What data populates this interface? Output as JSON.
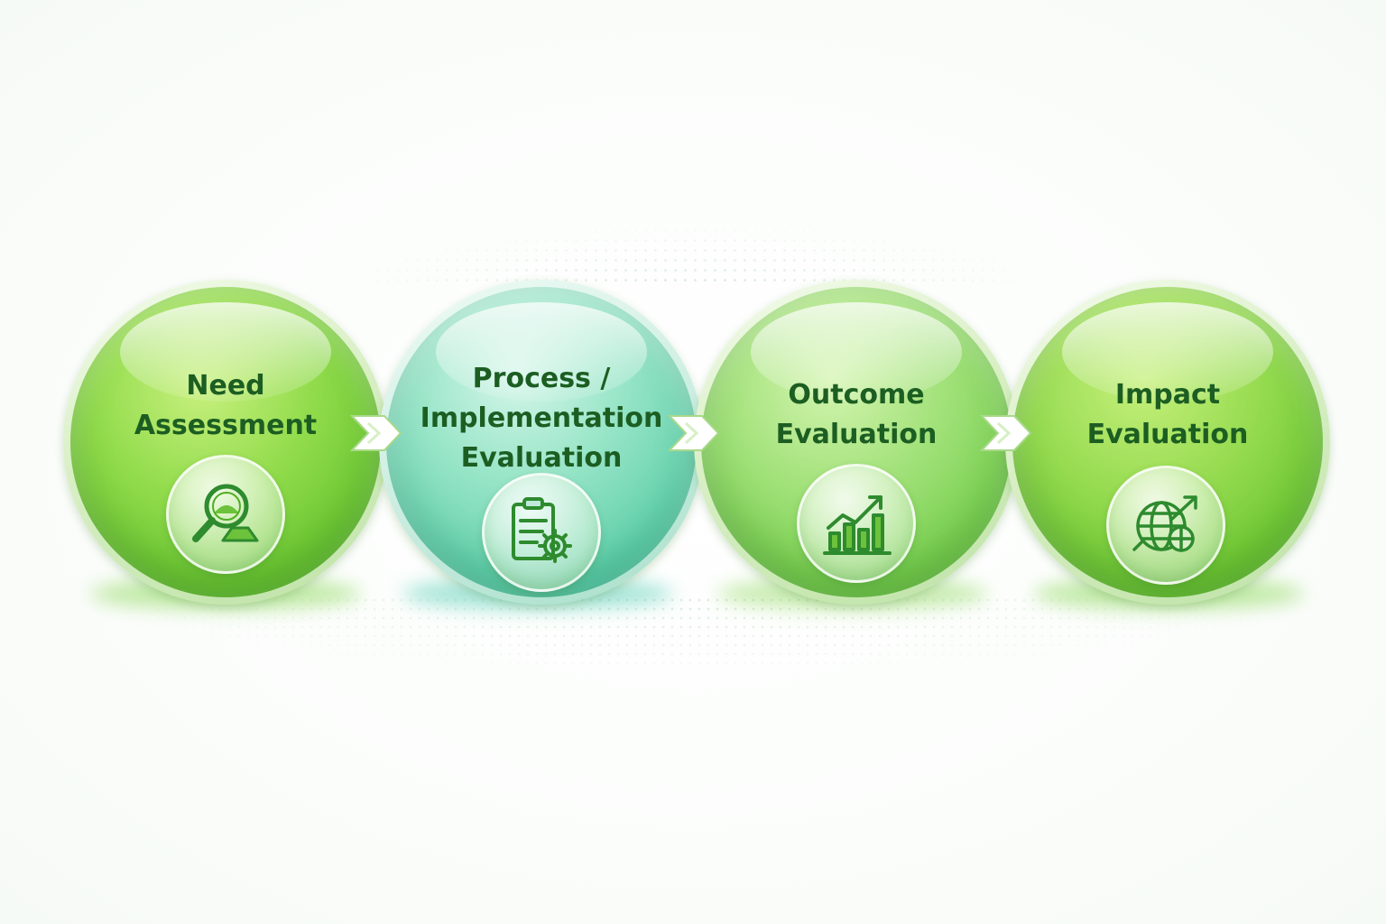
{
  "steps": [
    {
      "lines": [
        "Need",
        "Assessment"
      ],
      "icon": "magnifier-person-icon"
    },
    {
      "lines": [
        "Process /",
        "Implementation",
        "Evaluation"
      ],
      "icon": "clipboard-gear-icon"
    },
    {
      "lines": [
        "Outcome",
        "Evaluation"
      ],
      "icon": "bar-chart-growth-icon"
    },
    {
      "lines": [
        "Impact",
        "Evaluation"
      ],
      "icon": "globe-arrow-icon"
    }
  ],
  "arrow_icon": "chevron-right-icon",
  "colors": {
    "text": "#1c5e22",
    "icon": "#2e8b2e",
    "green_sphere": "#7fd44a",
    "teal_sphere": "#5fd0aa",
    "arrow": "#ffffff"
  }
}
